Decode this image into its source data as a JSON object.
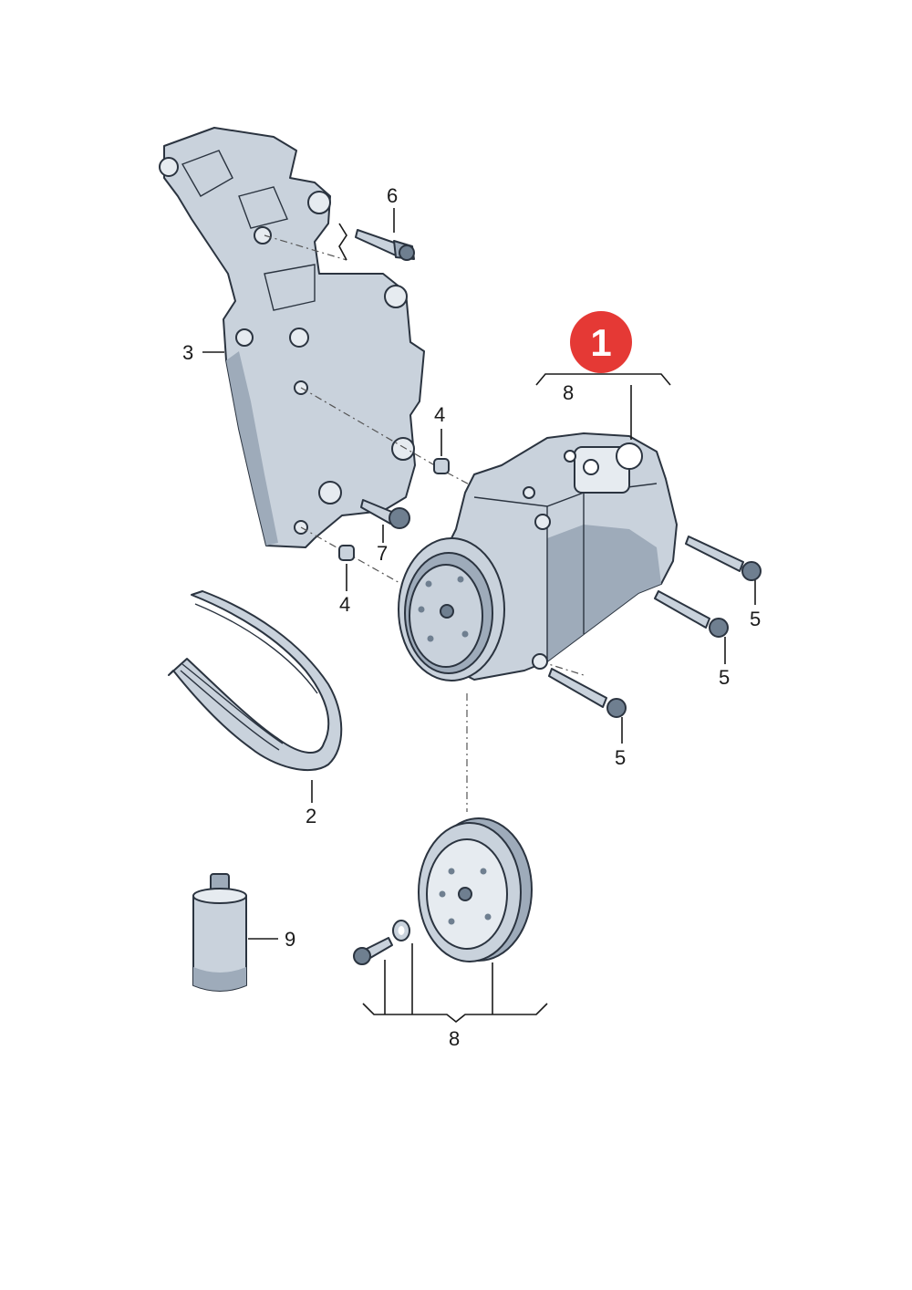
{
  "callouts": {
    "c1": "1",
    "c2": "2",
    "c3": "3",
    "c4a": "4",
    "c4b": "4",
    "c5a": "5",
    "c5b": "5",
    "c5c": "5",
    "c6": "6",
    "c7": "7",
    "c8a": "8",
    "c8b": "8",
    "c9": "9"
  },
  "colors": {
    "part_fill": "#c9d2dc",
    "part_shade": "#9eabba",
    "part_dark": "#6f7f90",
    "badge": "#e53935"
  }
}
